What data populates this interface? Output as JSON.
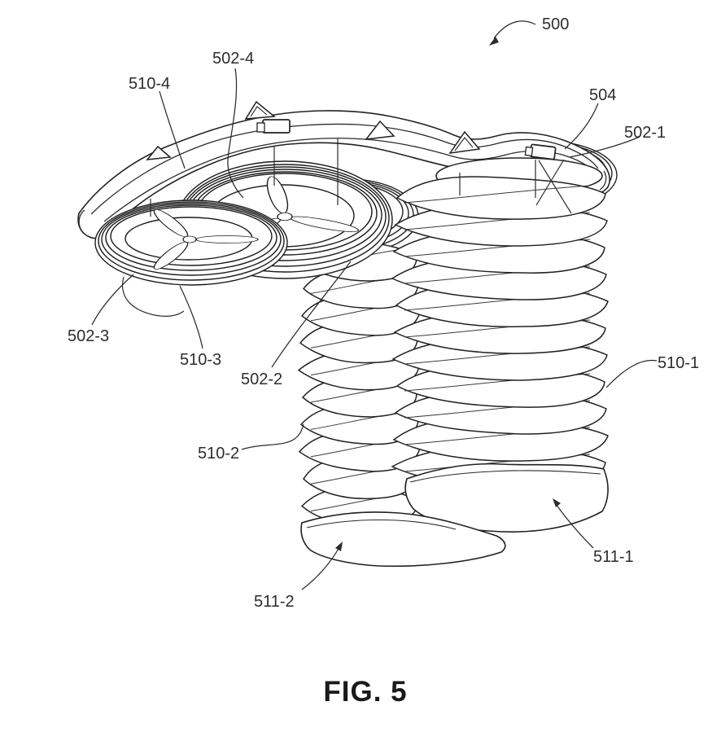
{
  "figure": {
    "caption": "FIG. 5",
    "ink_color": "#222222",
    "background_color": "#ffffff",
    "reference_labels": {
      "l500": "500",
      "l502_1": "502-1",
      "l502_2": "502-2",
      "l502_3": "502-3",
      "l502_4": "502-4",
      "l504": "504",
      "l510_1": "510-1",
      "l510_2": "510-2",
      "l510_3": "510-3",
      "l510_4": "510-4",
      "l511_1": "511-1",
      "l511_2": "511-2"
    }
  }
}
